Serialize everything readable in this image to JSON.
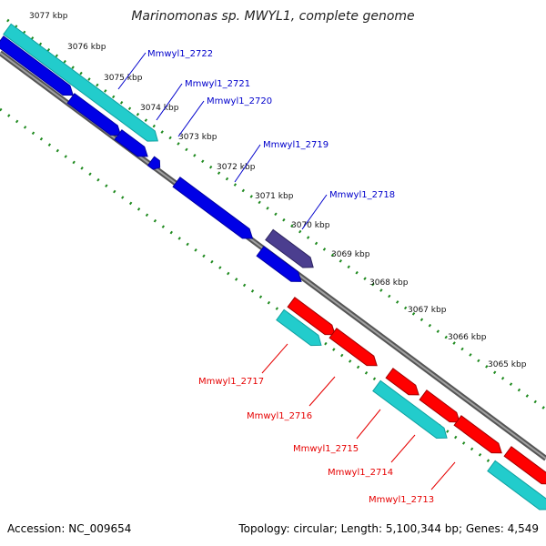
{
  "title": "Marinomonas sp. MWYL1, complete genome",
  "footer": {
    "accession": "Accession: NC_009654",
    "summary": "Topology: circular; Length: 5,100,344 bp; Genes: 4,549"
  },
  "colors": {
    "forward_cds": "#0000e6",
    "forward_cds_alt": "#4b3e8f",
    "reverse_cds": "#ff0000",
    "rna_feature": "#22cccc",
    "backbone": "#888888",
    "tick_dots": "#1f8a1f",
    "forward_label": "#0000cc",
    "reverse_label": "#e60000"
  },
  "ticks": [
    {
      "label": "3077 kbp"
    },
    {
      "label": "3076 kbp"
    },
    {
      "label": "3075 kbp"
    },
    {
      "label": "3074 kbp"
    },
    {
      "label": "3073 kbp"
    },
    {
      "label": "3072 kbp"
    },
    {
      "label": "3071 kbp"
    },
    {
      "label": "3070 kbp"
    },
    {
      "label": "3069 kbp"
    },
    {
      "label": "3068 kbp"
    },
    {
      "label": "3067 kbp"
    },
    {
      "label": "3066 kbp"
    },
    {
      "label": "3065 kbp"
    }
  ],
  "forward_genes": [
    {
      "name": "Mmwyl1_2722"
    },
    {
      "name": "Mmwyl1_2721"
    },
    {
      "name": "Mmwyl1_2720"
    },
    {
      "name": "Mmwyl1_2719"
    },
    {
      "name": "Mmwyl1_2718"
    }
  ],
  "reverse_genes": [
    {
      "name": "Mmwyl1_2717"
    },
    {
      "name": "Mmwyl1_2716"
    },
    {
      "name": "Mmwyl1_2715"
    },
    {
      "name": "Mmwyl1_2714"
    },
    {
      "name": "Mmwyl1_2713"
    }
  ]
}
